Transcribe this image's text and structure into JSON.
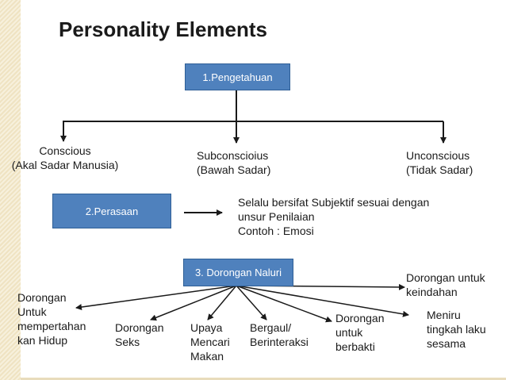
{
  "title": "Personality Elements",
  "boxes": {
    "pengetahuan": "1.Pengetahuan",
    "perasaan": "2.Perasaan",
    "dorongan_naluri": "3. Dorongan Naluri"
  },
  "pengetahuan_branches": {
    "conscious": [
      "Conscious",
      "(Akal Sadar Manusia)"
    ],
    "subconscious": [
      "Subconscioius",
      "(Bawah Sadar)"
    ],
    "unconscious": [
      "Unconscious",
      "(Tidak Sadar)"
    ]
  },
  "perasaan_note": [
    "Selalu bersifat Subjektif sesuai dengan",
    "unsur Penilaian",
    "Contoh : Emosi"
  ],
  "dorongan_items": {
    "hidup": [
      "Dorongan",
      "Untuk",
      "mempertahan",
      "kan Hidup"
    ],
    "seks": [
      "Dorongan",
      "Seks"
    ],
    "makan": [
      "Upaya",
      "Mencari",
      "Makan"
    ],
    "bergaul": [
      "Bergaul/",
      "Berinteraksi"
    ],
    "berbakti": [
      "Dorongan",
      "untuk",
      "berbakti"
    ],
    "meniru": [
      "Meniru",
      "tingkah laku",
      "sesama"
    ],
    "keindahan": [
      "Dorongan untuk",
      "keindahan"
    ]
  },
  "colors": {
    "box_fill": "#4f81bd",
    "box_border": "#2f5f96",
    "line": "#1a1a1a"
  }
}
